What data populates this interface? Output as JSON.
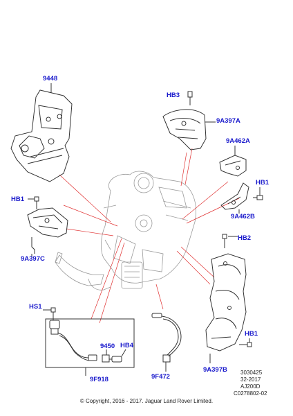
{
  "callouts": {
    "p9448": "9448",
    "hb3": "HB3",
    "p9a397a": "9A397A",
    "p9a462a": "9A462A",
    "hb1_top_right": "HB1",
    "p9a462b": "9A462B",
    "hb1_left": "HB1",
    "p9a397c": "9A397C",
    "hb2": "HB2",
    "hs1": "HS1",
    "p9450": "9450",
    "hb4": "HB4",
    "p9f918": "9F918",
    "p9f472": "9F472",
    "hb1_bottom_right": "HB1",
    "p9a397b": "9A397B"
  },
  "reference": {
    "line1": "3030425",
    "line2": "32-2017",
    "line3": "AJ200D",
    "line4": "C0278802-02"
  },
  "copyright": "© Copyright, 2016 - 2017. Jaguar Land Rover Limited.",
  "colors": {
    "callout": "#1a1acc",
    "leader": "#e03030",
    "part_line": "#333333"
  }
}
